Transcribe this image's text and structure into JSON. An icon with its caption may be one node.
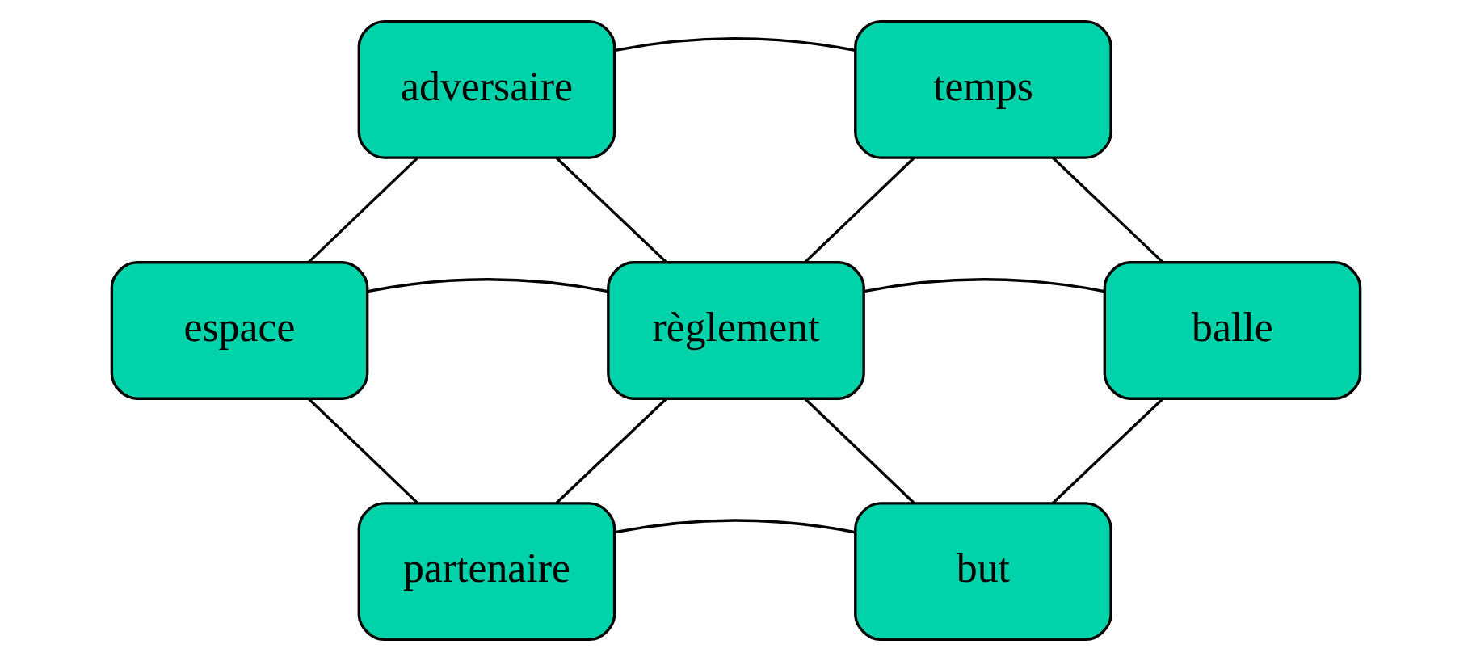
{
  "diagram": {
    "nodes": [
      {
        "text": [
          "adversaire"
        ]
      },
      {
        "text": [
          "temps"
        ]
      },
      {
        "text": [
          "espace"
        ]
      },
      {
        "text": [
          "règlement"
        ]
      },
      {
        "text": [
          "balle"
        ]
      },
      {
        "text": [
          "partenaire"
        ]
      },
      {
        "text": [
          "but"
        ]
      }
    ],
    "edges": [
      {
        "from": 0,
        "to": 1,
        "arrow": "none"
      },
      {
        "from": 0,
        "to": 2,
        "arrow": "none"
      },
      {
        "from": 0,
        "to": 3,
        "arrow": "none"
      },
      {
        "from": 1,
        "to": 3,
        "arrow": "none"
      },
      {
        "from": 1,
        "to": 4,
        "arrow": "none"
      },
      {
        "from": 2,
        "to": 3,
        "arrow": "none"
      },
      {
        "from": 3,
        "to": 4,
        "arrow": "none"
      },
      {
        "from": 2,
        "to": 5,
        "arrow": "none"
      },
      {
        "from": 3,
        "to": 5,
        "arrow": "none"
      },
      {
        "from": 3,
        "to": 6,
        "arrow": "none"
      },
      {
        "from": 4,
        "to": 6,
        "arrow": "none"
      },
      {
        "from": 5,
        "to": 6,
        "arrow": "none"
      }
    ]
  }
}
